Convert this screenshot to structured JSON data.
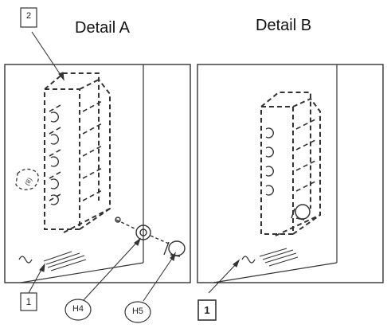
{
  "details": [
    {
      "title": "Detail A"
    },
    {
      "title": "Detail B"
    }
  ],
  "callouts": {
    "box_2": "2",
    "box_1_a": "1",
    "box_1_b": "1",
    "h4": "H4",
    "h5": "H5"
  }
}
